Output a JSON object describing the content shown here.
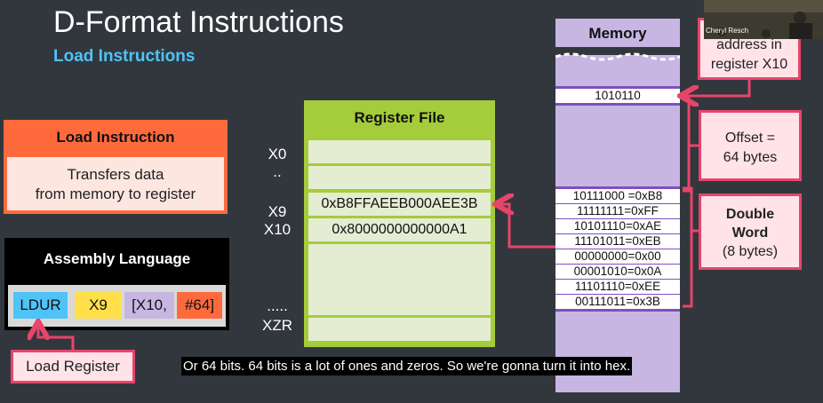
{
  "title": "D-Format Instructions",
  "subtitle": "Load Instructions",
  "load_instruction": {
    "heading": "Load Instruction",
    "line1": "Transfers data",
    "line2": "from memory to register"
  },
  "assembly": {
    "heading": "Assembly Language",
    "tokens": [
      "LDUR",
      "X9",
      "[X10,",
      "#64]"
    ]
  },
  "load_register_label": "Load Register",
  "register_file": {
    "heading": "Register File",
    "labels": {
      "x0": "X0",
      "dots1": "..",
      "x9": "X9",
      "x10": "X10",
      "dots2": ".....",
      "xzr": "XZR"
    },
    "x9_value": "0xB8FFAEEB000AEE3B",
    "x10_value": "0x8000000000000A1"
  },
  "memory": {
    "heading": "Memory",
    "base_cell": "1010110",
    "words": [
      "10111000 =0xB8",
      "11111111=0xFF",
      "10101110=0xAE",
      "11101011=0xEB",
      "00000000=0x00",
      "00001010=0x0A",
      "11101110=0xEE",
      "00111011=0x3B"
    ]
  },
  "callouts": {
    "address_line1": "address in",
    "address_line2": "register X10",
    "offset_line1": "Offset =",
    "offset_line2": "64 bytes",
    "double_line1": "Double",
    "double_line2": "Word",
    "double_line3": "(8 bytes)"
  },
  "webcam_name": "Cheryl Resch",
  "caption": "Or 64 bits. 64 bits is a lot of ones and zeros. So we're gonna turn it into hex.",
  "colors": {
    "background": "#32373e",
    "accent_orange": "#ff6a3d",
    "accent_green": "#a5cc3a",
    "accent_purple": "#c7b6e2",
    "accent_pink": "#e8456a",
    "accent_blue": "#4fc3f7"
  }
}
